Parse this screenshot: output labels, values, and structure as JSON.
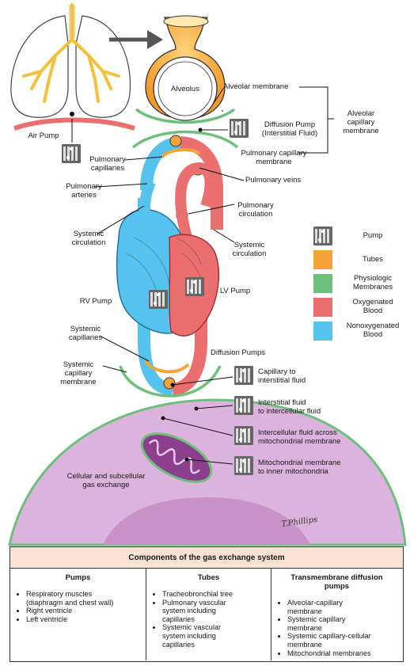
{
  "labels": {
    "air_pump": "Air Pump",
    "alveolus": "Alveolus",
    "alveolar_membrane": "Alveolar membrane",
    "alveolar_capillary_membrane": "Alveolar\ncapillary\nmembrane",
    "diffusion_pump": "Diffusion Pump\n(Interstitial Fluid)",
    "pulmonary_capillary_membrane": "Pulmonary capillary\nmembrane",
    "pulmonary_capillaries": "Pulmonary\ncapillaries",
    "pulmonary_veins": "Pulmonary veins",
    "pulmonary_arteries": "Pulmonary\narteries",
    "pulmonary_circulation": "Pulmonary\ncirculation",
    "systemic_circulation_left": "Systemic\ncirculation",
    "systemic_circulation_right": "Systemic\ncirculation",
    "rv_pump": "RV Pump",
    "lv_pump": "LV Pump",
    "systemic_capillaries": "Systemic\ncapillaries",
    "systemic_capillary_membrane": "Systemic\ncapillary\nmembrane",
    "diffusion_pumps": "Diffusion Pumps",
    "capillary_to_interstitial": "Capillary to\ninterstitial fluid",
    "interstitial_to_intercellular": "Interstitial fluid\nto intercellular fluid",
    "intercellular_to_mito": "Intercellular fluid across\nmitochondrial membrane",
    "mito_membrane": "Mitochondrial membrane\nto inner mitochondria",
    "cellular_gas_exchange": "Cellular and subcellular\ngas exchange",
    "signature": "T.Phillips"
  },
  "legend": [
    {
      "label": "Pump",
      "kind": "pump-icon"
    },
    {
      "label": "Tubes",
      "color": "#f6a33a"
    },
    {
      "label": "Physiologic\nMembranes",
      "color": "#6cc07c"
    },
    {
      "label": "Oxygenated\nBlood",
      "color": "#ec6f6f"
    },
    {
      "label": "Nonoxygenated\nBlood",
      "color": "#56c3ee"
    }
  ],
  "colors": {
    "oxygenated": "#ec6f6f",
    "nonoxygenated": "#56c3ee",
    "tube": "#f6a33a",
    "membrane": "#6cc07c",
    "cell": "#dcb3dc",
    "nucleus": "#c993c9",
    "mitochondrion": "#8c3f8c",
    "airway": "#f2c23a"
  },
  "table": {
    "title": "Components of the gas exchange system",
    "columns": [
      {
        "header": "Pumps",
        "items": [
          "Respiratory muscles\n(diaphragm and chest wall)",
          "Right ventricle",
          "Left ventricle"
        ]
      },
      {
        "header": "Tubes",
        "items": [
          "Tracheobronchial tree",
          "Pulmonary vascular\nsystem including\ncapillaries",
          "Systemic vascular\nsystem including\ncapillaries"
        ]
      },
      {
        "header": "Transmembrane diffusion pumps",
        "items": [
          "Alveolar-capillary\nmembrane",
          "Systemic capillary\nmembrane",
          "Systemic capillary-cellular\nmembrane",
          "Mitochondrial membranes"
        ]
      }
    ]
  }
}
